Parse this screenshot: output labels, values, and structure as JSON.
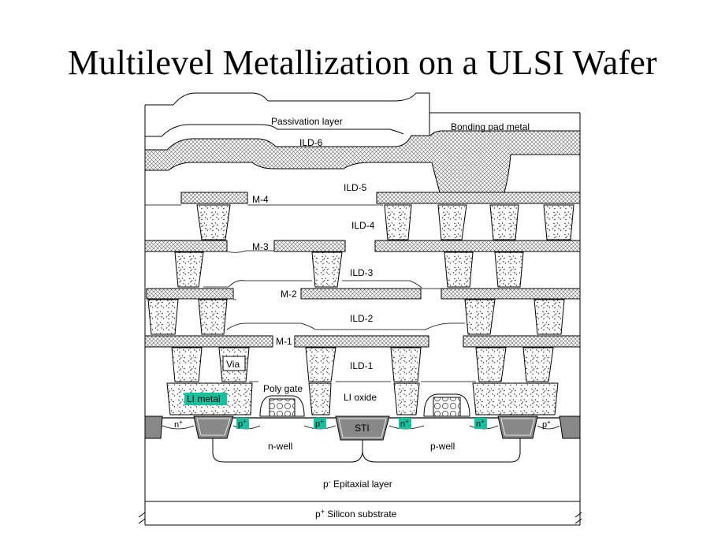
{
  "title": "Multilevel Metallization on a ULSI Wafer",
  "colors": {
    "highlight": "#13C3A0",
    "stroke": "#000000",
    "hatch": "#555555"
  },
  "labels": {
    "passivation": "Passivation layer",
    "bonding_pad": "Bonding pad metal",
    "ild6": "ILD-6",
    "ild5": "ILD-5",
    "m4": "M-4",
    "ild4": "ILD-4",
    "m3": "M-3",
    "ild3": "ILD-3",
    "m2": "M-2",
    "ild2": "ILD-2",
    "m1": "M-1",
    "ild1": "ILD-1",
    "via": "Via",
    "poly_gate": "Poly gate",
    "li_metal": "LI metal",
    "li_oxide": "LI oxide",
    "n_plus": "n",
    "p_plus": "p",
    "plus": "+",
    "sti": "STI",
    "n_well": "n-well",
    "p_well": "p-well",
    "epi_p": "p",
    "epi_minus": "-",
    "epi_rest": " Epitaxial layer",
    "sub_p": "p",
    "sub_plus": "+",
    "sub_rest": " Silicon substrate"
  }
}
